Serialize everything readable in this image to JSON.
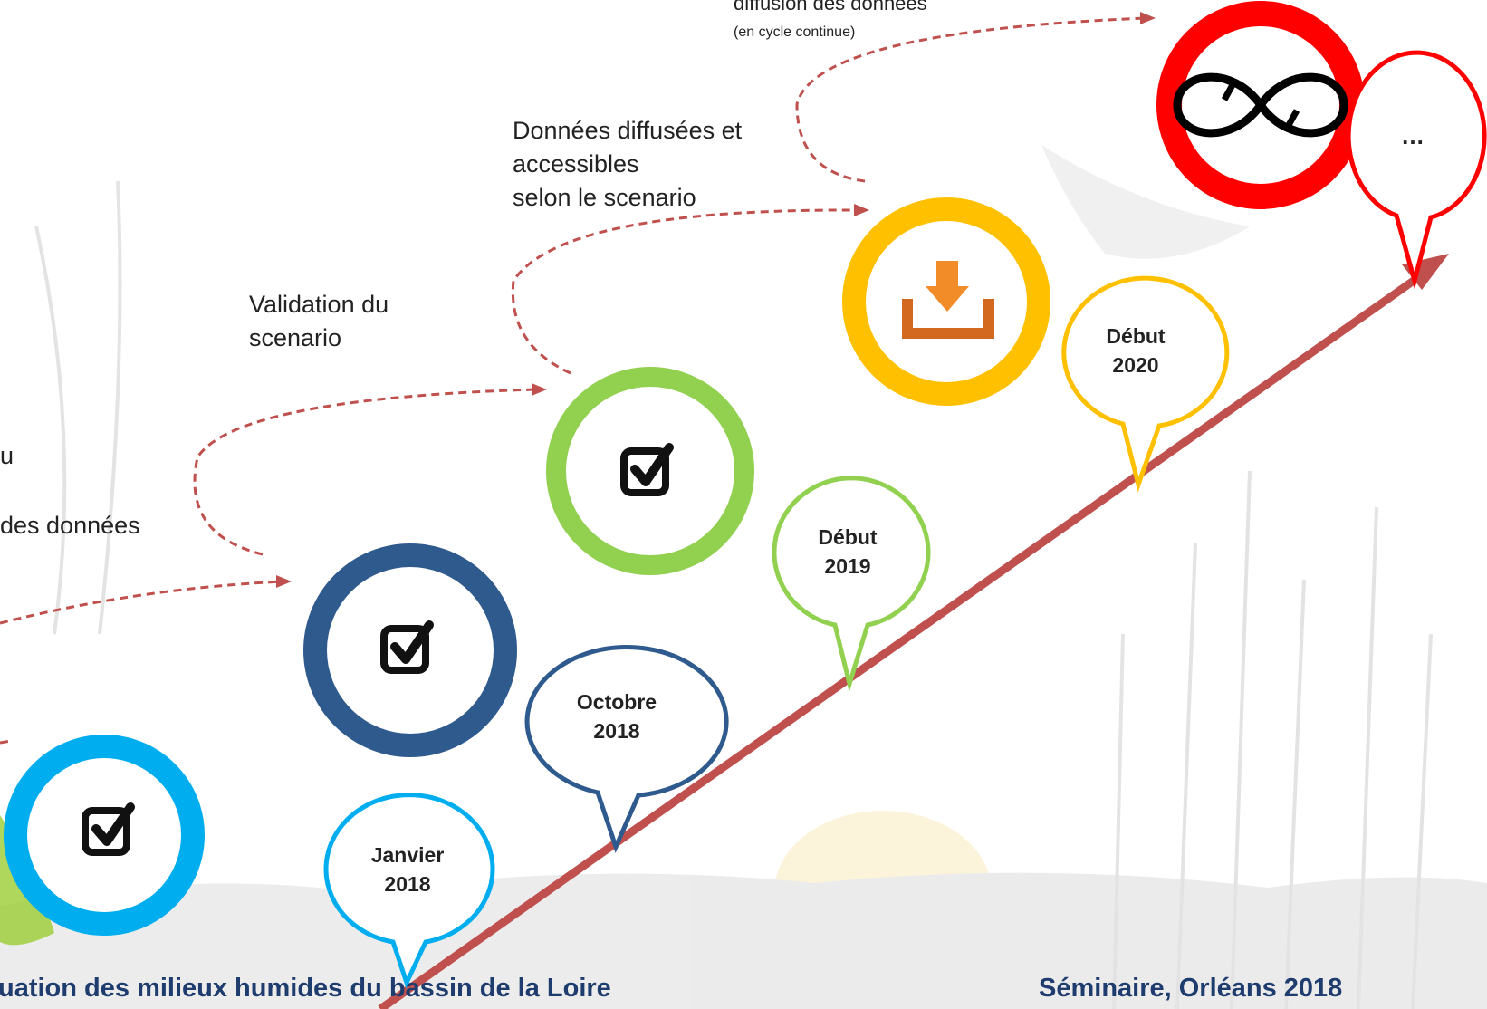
{
  "steps": [
    {
      "id": "step1",
      "label": "",
      "color": "#00aeef"
    },
    {
      "id": "step2",
      "label": "",
      "color": "#2f5a8e"
    },
    {
      "id": "step3",
      "label": "Validation du\nscenario",
      "color": "#92d050"
    },
    {
      "id": "step4",
      "label": "Données diffusées et\naccessibles\nselon le scenario",
      "color": "#ffc000"
    },
    {
      "id": "step5",
      "label": "diffusion des données",
      "sublabel": "(en cycle continue)",
      "color": "#ff0000"
    }
  ],
  "partial_left_text": {
    "line1": "u",
    "line2": "des données"
  },
  "icons": {
    "step1": "checkbox-icon",
    "step2": "checkbox-icon",
    "step3": "checkbox-icon",
    "step4": "download-icon",
    "step5": "infinity-cycle-icon"
  },
  "timeline": [
    {
      "label": "Janvier\n2018",
      "color": "#00aeef"
    },
    {
      "label": "Octobre\n2018",
      "color": "#2f5a8e"
    },
    {
      "label": "Début\n2019",
      "color": "#92d050"
    },
    {
      "label": "Début\n2020",
      "color": "#ffc000"
    },
    {
      "label": "…",
      "color": "#ff0000"
    }
  ],
  "arrow_color": "#c0504d",
  "footer": {
    "left": "uation des milieux humides du bassin de la Loire",
    "right": "Séminaire, Orléans 2018"
  }
}
